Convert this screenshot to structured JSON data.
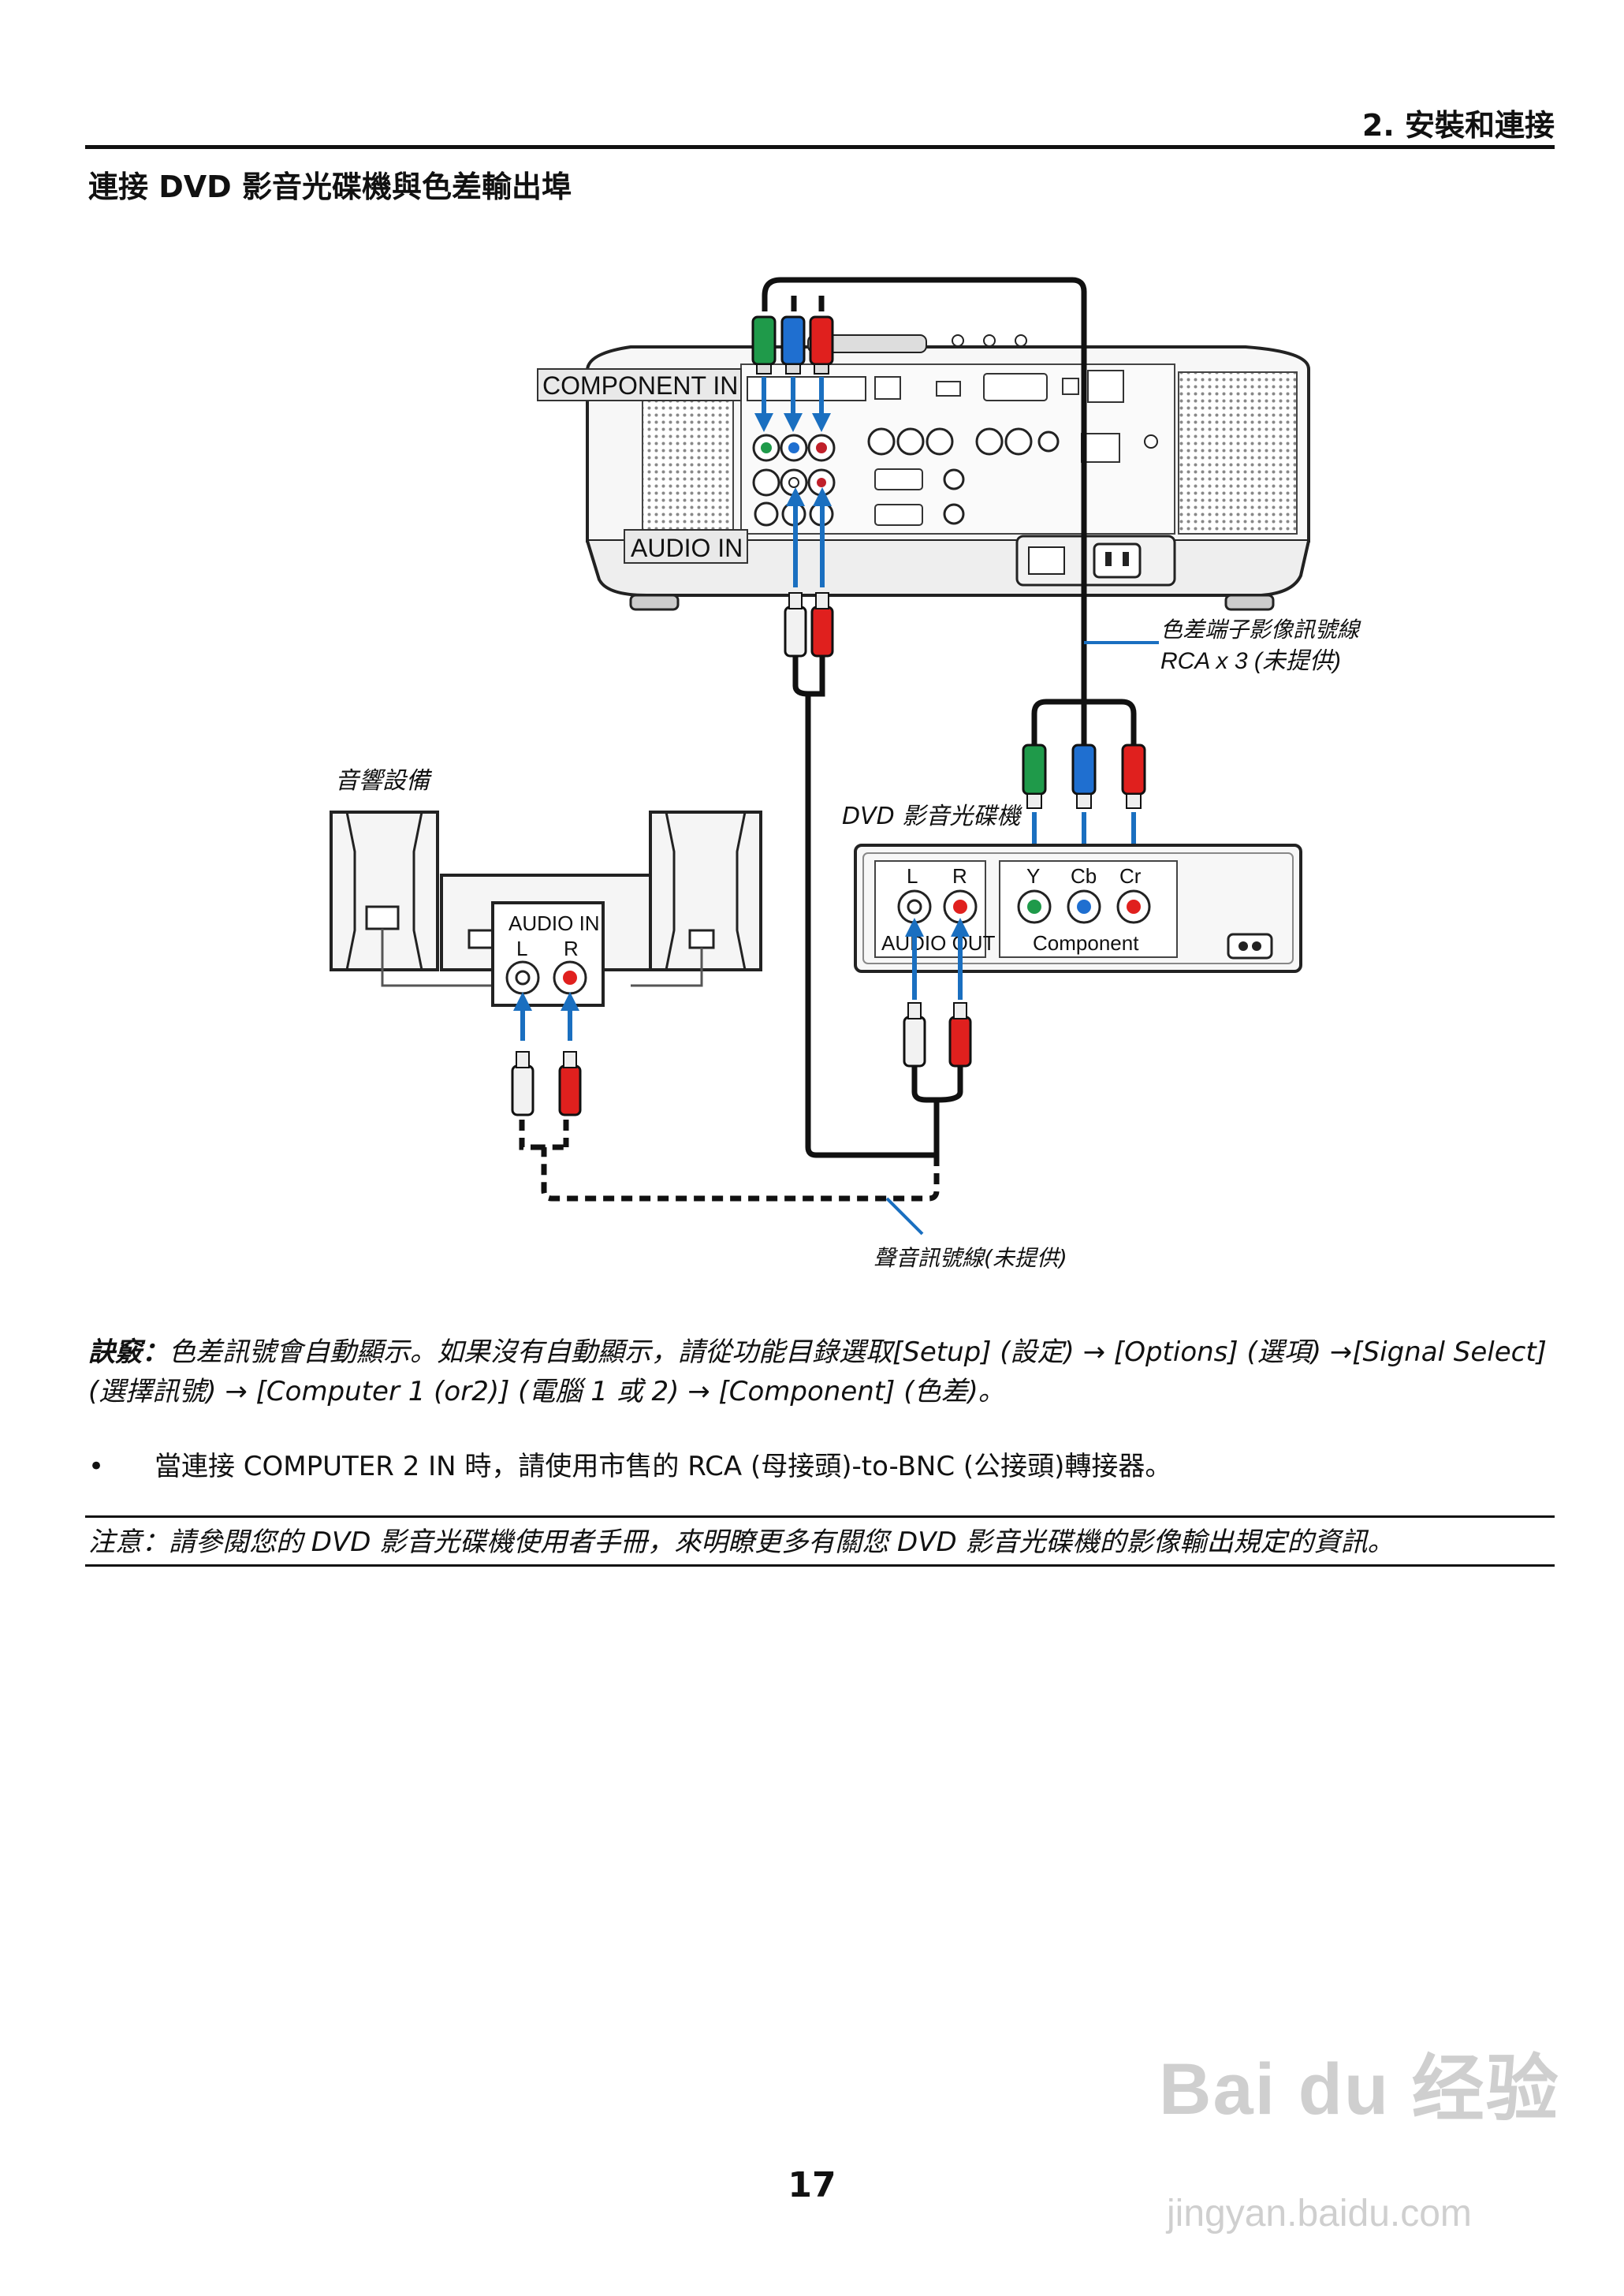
{
  "header": {
    "chapter": "2. 安裝和連接"
  },
  "section": {
    "title": "連接 DVD 影音光碟機與色差輸出埠"
  },
  "diagram": {
    "projector_component_label": "COMPONENT IN",
    "projector_audio_label": "AUDIO IN",
    "component_cable_label_1": "色差端子影像訊號線",
    "component_cable_label_2": "RCA x 3 (未提供)",
    "audio_equipment_label": "音響設備",
    "dvd_player_label": "DVD 影音光碟機",
    "dvd_L": "L",
    "dvd_R": "R",
    "dvd_Y": "Y",
    "dvd_Cb": "Cb",
    "dvd_Cr": "Cr",
    "dvd_audio_out": "AUDIO OUT",
    "dvd_component": "Component",
    "speaker_audio_in": "AUDIO IN",
    "speaker_L": "L",
    "speaker_R": "R",
    "audio_cable_label": "聲音訊號線(未提供)"
  },
  "tip": {
    "lead": "訣竅：",
    "text_1": "色差訊號會自動顯示。如果沒有自動顯示，請從功能目錄選取[Setup] (設定) → [Options] (選項) →[Signal Select]",
    "text_2": "(選擇訊號) → [Computer 1 (or2)] (電腦 1 或 2) → [Component] (色差)。"
  },
  "bullet": {
    "marker": "•",
    "text": "當連接 COMPUTER 2 IN 時，請使用市售的 RCA (母接頭)-to-BNC (公接頭)轉接器。"
  },
  "note": {
    "text": "注意：請參閱您的 DVD 影音光碟機使用者手冊，來明瞭更多有關您 DVD 影音光碟機的影像輸出規定的資訊。"
  },
  "footer": {
    "page_number": "17"
  },
  "watermark": {
    "brand": "Bai du 经验",
    "url": "jingyan.baidu.com"
  },
  "colors": {
    "arrow_blue": "#1a6fc0",
    "rca_green": "#1f9a4a",
    "rca_blue": "#1f6fd0",
    "rca_red": "#e0201e",
    "rca_white": "#f2f2f2"
  }
}
